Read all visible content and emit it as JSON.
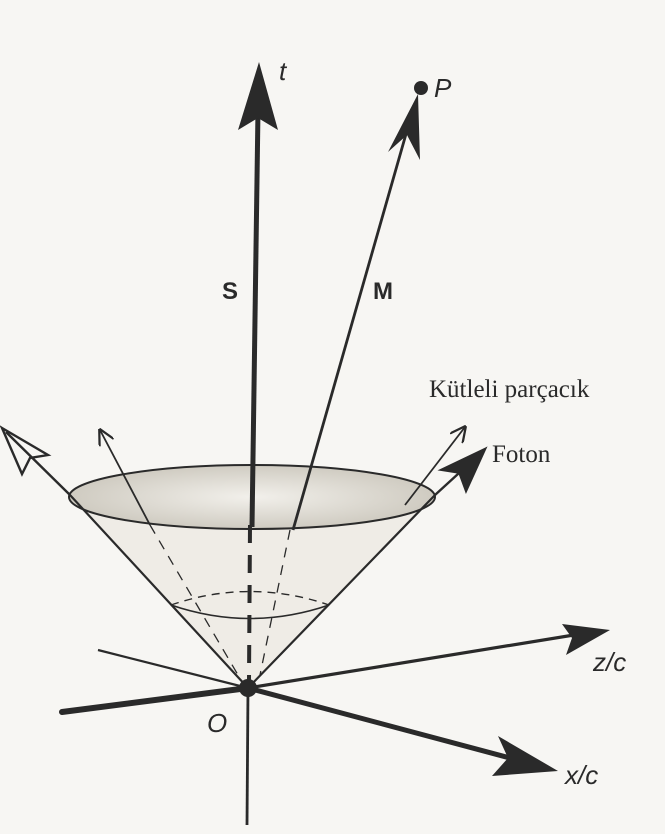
{
  "labels": {
    "t_axis": "t",
    "point": "P",
    "worldline_s": "S",
    "worldline_m": "M",
    "massive_particle": "Kütleli parçacık",
    "photon": "Foton",
    "z_axis": "z/c",
    "x_axis": "x/c",
    "origin": "O"
  },
  "colors": {
    "ink": "#2a2a2a",
    "paper": "#f7f6f3",
    "cone_fill": "#e9e6df"
  }
}
